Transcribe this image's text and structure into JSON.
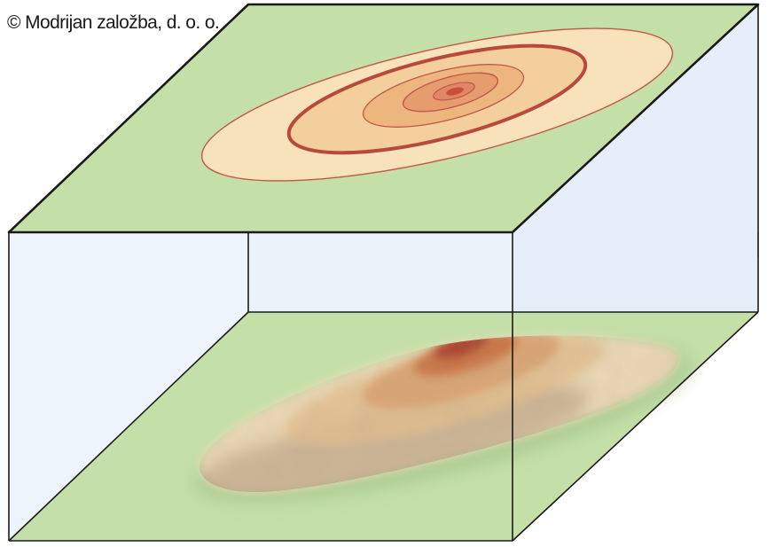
{
  "copyright": "© Modrijan založba, d. o. o.",
  "colors": {
    "background": "#ffffff",
    "box_side": "#eaf2fa",
    "ground_green": "#c5dfa8",
    "outline": "#1a1a1a",
    "contour_outer": "#f7e2bb",
    "contour_2": "#f2cf9c",
    "contour_3": "#eeb67f",
    "contour_4": "#e79c6d",
    "contour_5": "#e08865",
    "peak": "#c8503a",
    "highlight_contour_stroke": "#b84a3c",
    "hill_base": "#e8d3b0",
    "hill_shadow": "#b79c80"
  },
  "icons": {
    "contour_map": "topographic-contour-lines",
    "relief": "3d-hill-relief"
  }
}
